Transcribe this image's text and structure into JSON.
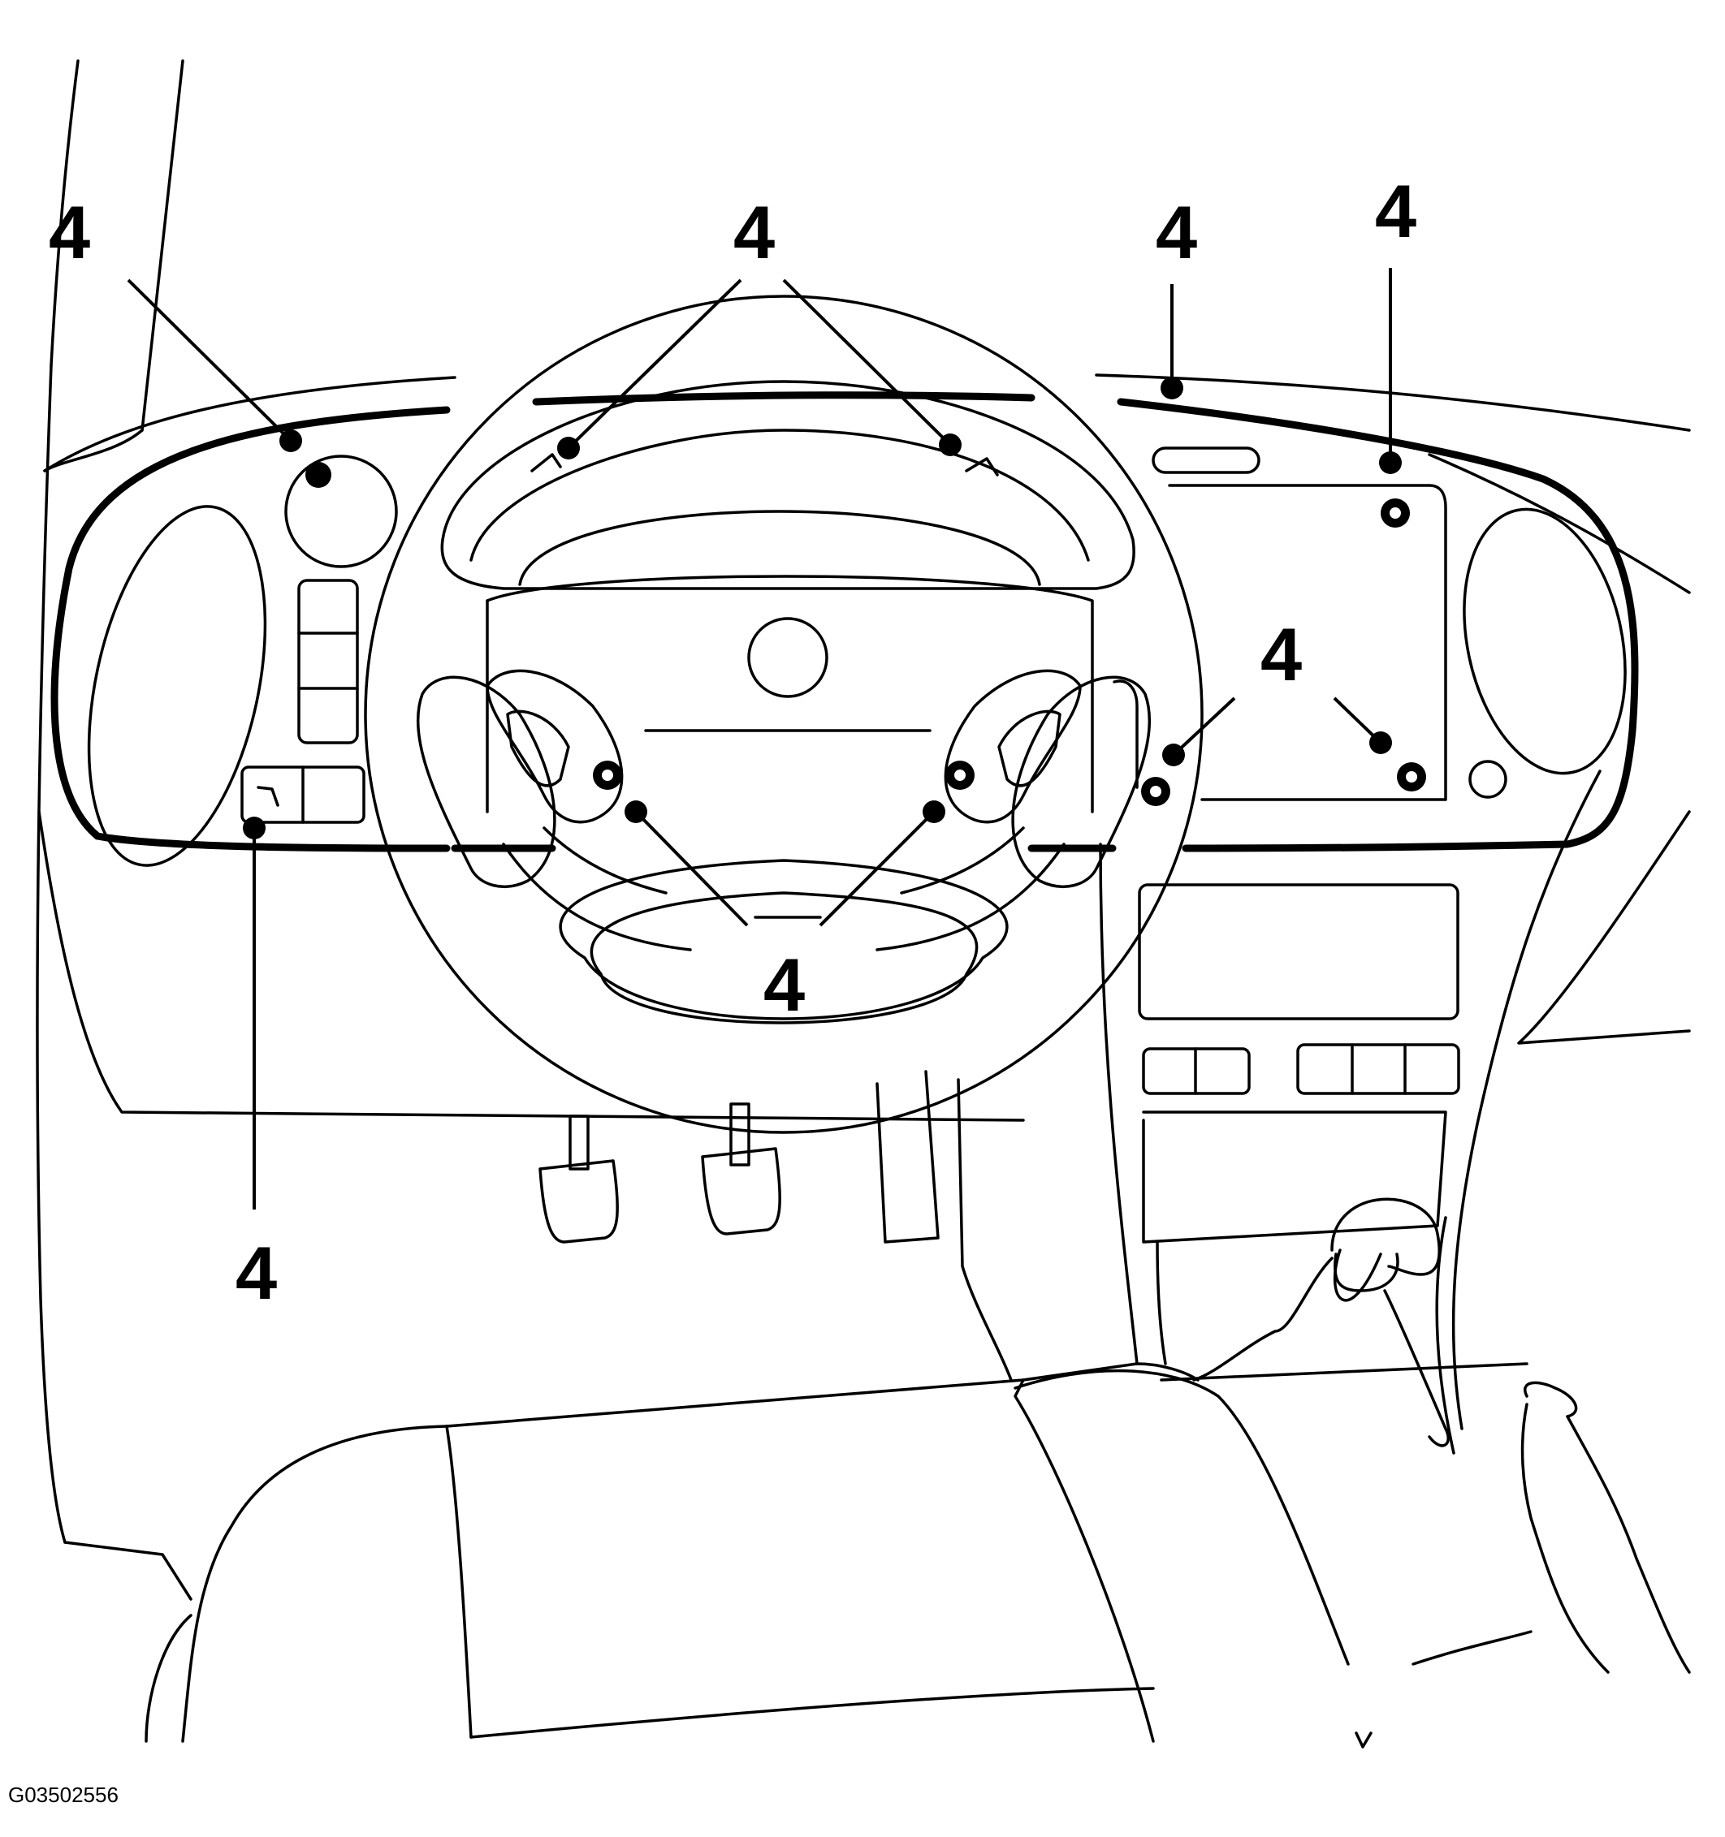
{
  "figure_id": "G03502556",
  "callouts": [
    {
      "label": "4",
      "target": "left-vent-knob-screw"
    },
    {
      "label": "4",
      "target": "upper-left-steering-column-screw"
    },
    {
      "label": "4",
      "target": "upper-right-steering-column-screw"
    },
    {
      "label": "4",
      "target": "dash-top-center-screw"
    },
    {
      "label": "4",
      "target": "display-panel-upper-screw"
    },
    {
      "label": "4",
      "target": "right-cluster-screw"
    },
    {
      "label": "4",
      "target": "display-panel-lower-screw"
    },
    {
      "label": "4",
      "target": "lower-left-switch-screw"
    },
    {
      "label": "4",
      "target": "lower-left-wheel-screw"
    },
    {
      "label": "4",
      "target": "lower-right-wheel-screw"
    }
  ]
}
